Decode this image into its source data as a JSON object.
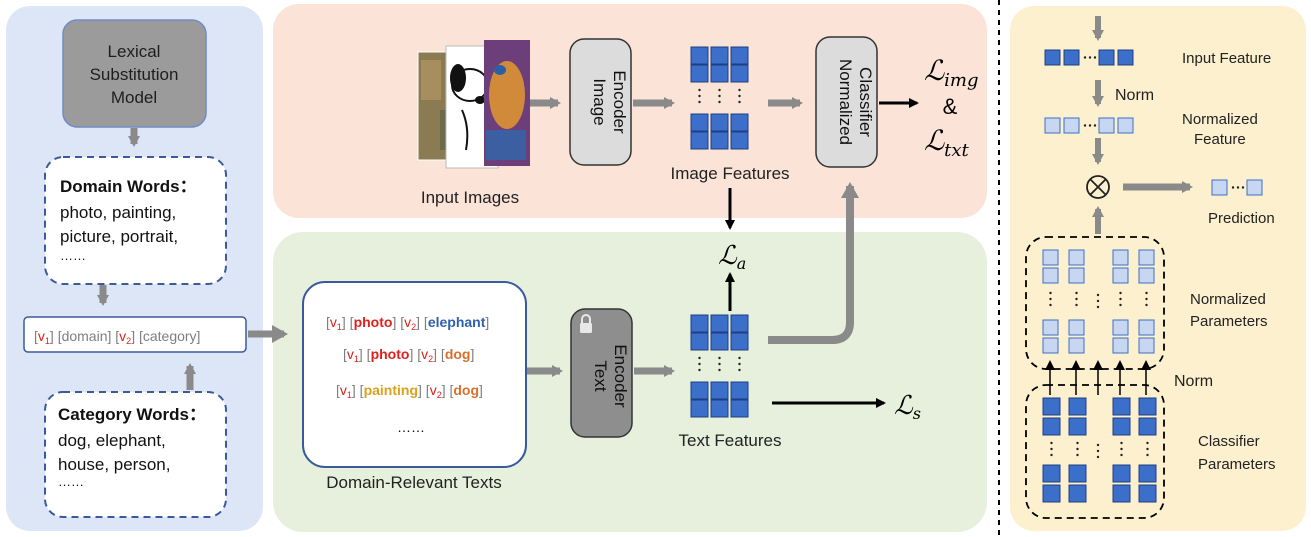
{
  "left_panel": {
    "model_box": {
      "line1": "Lexical",
      "line2": "Substitution",
      "line3": "Model"
    },
    "domain_words": {
      "title": "Domain Words：",
      "line1": "photo, painting,",
      "line2": "picture, portrait,",
      "line3": "……"
    },
    "template": {
      "v1": "v",
      "v1_sub": "1",
      "domain": "[domain]",
      "v2": "v",
      "v2_sub": "2",
      "category": "[category]"
    },
    "category_words": {
      "title": "Category Words：",
      "line1": "dog, elephant,",
      "line2": "house, person,",
      "line3": "……"
    }
  },
  "top_panel": {
    "input_images_label": "Input Images",
    "image_encoder": {
      "line1": "Image",
      "line2": "Encoder"
    },
    "image_features_label": "Image Features",
    "classifier": {
      "line1": "Normalized",
      "line2": "Classifier"
    },
    "loss_img": "ℒ",
    "loss_img_sub": "img",
    "amp": "&",
    "loss_txt": "ℒ",
    "loss_txt_sub": "txt"
  },
  "bottom_panel": {
    "texts": [
      {
        "v1": "v",
        "s1": "1",
        "domain": "photo",
        "v2": "v",
        "s2": "2",
        "category": "elephant"
      },
      {
        "v1": "v",
        "s1": "1",
        "domain": "photo",
        "v2": "v",
        "s2": "2",
        "category": "dog"
      },
      {
        "v1": "v",
        "s1": "1",
        "domain": "painting",
        "v2": "v",
        "s2": "2",
        "category": "dog"
      }
    ],
    "texts_ellipsis": "……",
    "texts_label": "Domain-Relevant Texts",
    "text_encoder": {
      "line1": "Text",
      "line2": "Encoder"
    },
    "text_features_label": "Text Features",
    "loss_a": "ℒ",
    "loss_a_sub": "a",
    "loss_s": "ℒ",
    "loss_s_sub": "s"
  },
  "right_panel": {
    "input_feature": "Input Feature",
    "norm_top": "Norm",
    "normalized_feature_1": "Normalized",
    "normalized_feature_2": "Feature",
    "prediction": "Prediction",
    "normalized_params_1": "Normalized",
    "normalized_params_2": "Parameters",
    "norm_mid": "Norm",
    "classifier_params_1": "Classifier",
    "classifier_params_2": "Parameters",
    "otimes": "⊗"
  },
  "colors": {
    "left_bg": "#dde6f7",
    "top_bg": "#fbe3d8",
    "bottom_bg": "#e6f0dc",
    "right_bg": "#fdf0cf",
    "arrow_gray": "#8a8a8a",
    "feat_blue": "#3b6fc9",
    "feat_light": "#c7d7f1",
    "red": "#e0201e",
    "blue_word": "#2f5fae",
    "orange": "#d9702a",
    "gold": "#d9a21c",
    "gray_word": "#7f7f7f"
  }
}
